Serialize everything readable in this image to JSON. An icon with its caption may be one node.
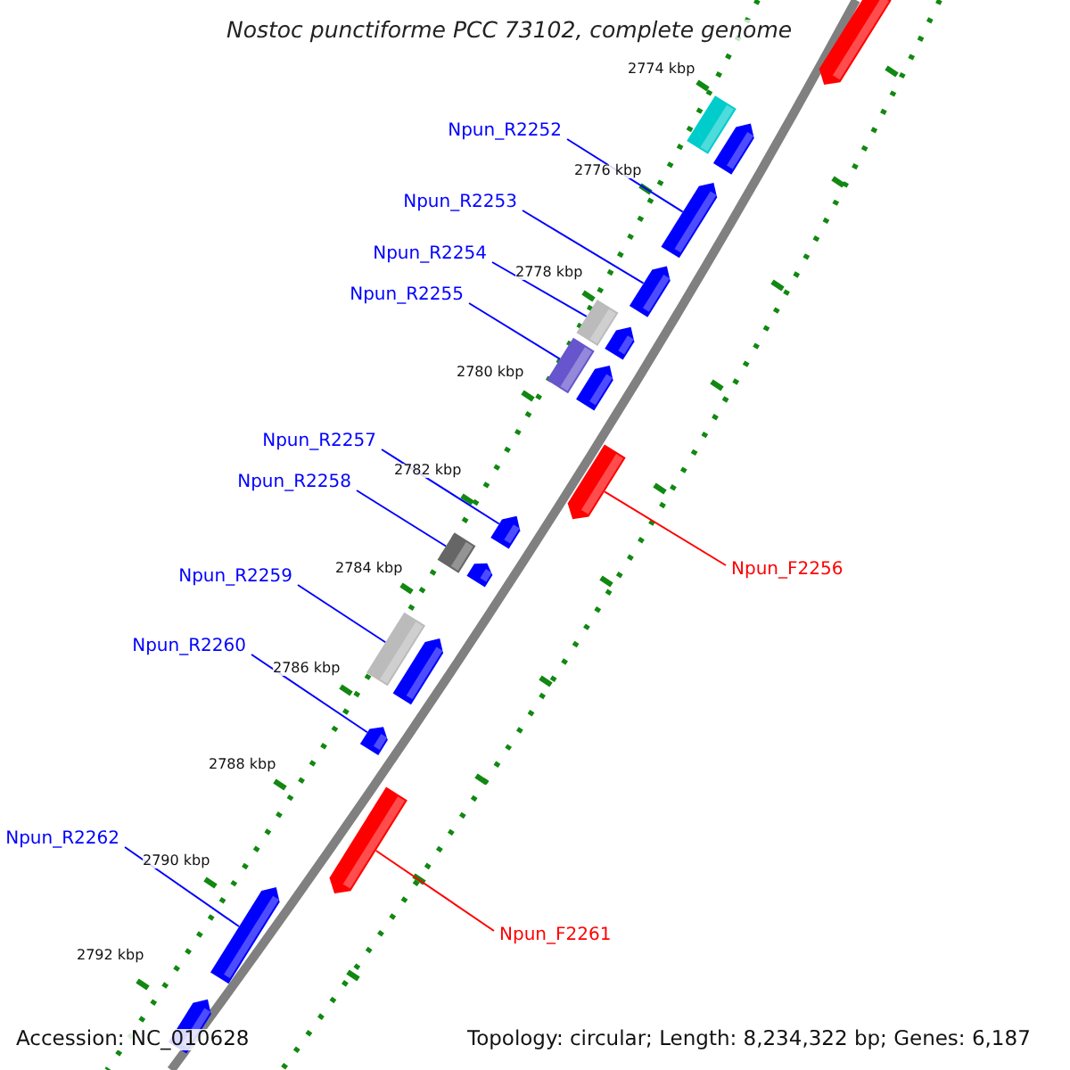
{
  "diagram": {
    "title": "Nostoc punctiforme PCC 73102, complete genome",
    "nodes": [
      {
        "text": [
          "Npun_R2252"
        ]
      },
      {
        "text": [
          "Npun_R2253"
        ]
      },
      {
        "text": [
          "Npun_R2254"
        ]
      },
      {
        "text": [
          "Npun_R2255"
        ]
      },
      {
        "text": [
          "Npun_R2257"
        ]
      },
      {
        "text": [
          "Npun_R2258"
        ]
      },
      {
        "text": [
          "Npun_F2256"
        ]
      },
      {
        "text": [
          "Npun_R2259"
        ]
      },
      {
        "text": [
          "Npun_R2260"
        ]
      },
      {
        "text": [
          "Npun_R2262"
        ]
      },
      {
        "text": [
          "Npun_F2261"
        ]
      },
      {
        "text": [],
        "shape": "arrow"
      },
      {
        "text": [],
        "shape": "box"
      },
      {
        "text": [],
        "shape": "arrow"
      },
      {
        "text": [],
        "shape": "arrow"
      },
      {
        "text": [],
        "shape": "arrow"
      },
      {
        "text": [],
        "shape": "box"
      },
      {
        "text": [],
        "shape": "arrow"
      },
      {
        "text": [],
        "shape": "box"
      },
      {
        "text": [],
        "shape": "arrow"
      },
      {
        "text": [],
        "shape": "arrow"
      },
      {
        "text": [],
        "shape": "arrow"
      },
      {
        "text": [],
        "shape": "box"
      },
      {
        "text": [],
        "shape": "arrow"
      },
      {
        "text": [],
        "shape": "box"
      },
      {
        "text": [],
        "shape": "arrow"
      },
      {
        "text": [],
        "shape": "arrow"
      },
      {
        "text": [],
        "shape": "arrow"
      },
      {
        "text": [],
        "shape": "arrow"
      },
      {
        "text": [],
        "shape": "arrow"
      }
    ],
    "edges": [
      {
        "from": 0,
        "to": 14,
        "arrow": "none"
      },
      {
        "from": 1,
        "to": 15,
        "arrow": "none"
      },
      {
        "from": 2,
        "to": 16,
        "arrow": "none"
      },
      {
        "from": 3,
        "to": 18,
        "arrow": "none"
      },
      {
        "from": 4,
        "to": 21,
        "arrow": "none"
      },
      {
        "from": 5,
        "to": 22,
        "arrow": "none"
      },
      {
        "from": 6,
        "to": 20,
        "arrow": "none",
        "color": "#ff0000"
      },
      {
        "from": 7,
        "to": 24,
        "arrow": "none"
      },
      {
        "from": 8,
        "to": 26,
        "arrow": "none"
      },
      {
        "from": 9,
        "to": 28,
        "arrow": "none"
      },
      {
        "from": 10,
        "to": 27,
        "arrow": "none",
        "color": "#ff0000"
      }
    ],
    "labels": [
      "2774 kbp",
      "2776 kbp",
      "2778 kbp",
      "2780 kbp",
      "2782 kbp",
      "2784 kbp",
      "2786 kbp",
      "2788 kbp",
      "2790 kbp",
      "2792 kbp",
      "Accession: NC_010628",
      "Topology: circular; Length: 8,234,322 bp; Genes: 6,187"
    ]
  }
}
